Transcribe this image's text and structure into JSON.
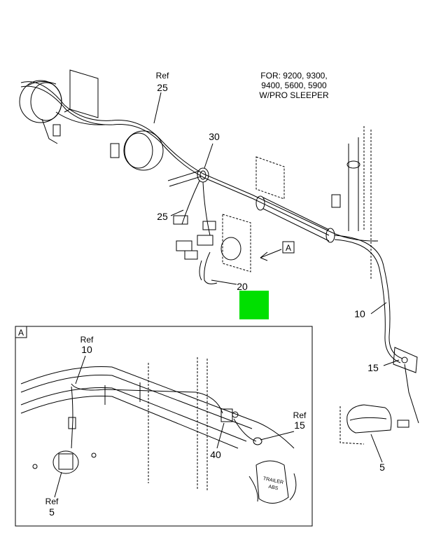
{
  "header": {
    "applicability_line1": "FOR: 9200, 9300,",
    "applicability_line2": "9400, 5600, 5900",
    "applicability_line3": "W/PRO SLEEPER"
  },
  "callouts": {
    "ref25_ref": "Ref",
    "ref25_num": "25",
    "c30": "30",
    "c25": "25",
    "c20": "20",
    "c10": "10",
    "c15": "15",
    "c5": "5",
    "view_a": "A"
  },
  "detail_a": {
    "label": "A",
    "ref10_ref": "Ref",
    "ref10_num": "10",
    "ref15_ref": "Ref",
    "ref15_num": "15",
    "c40": "40",
    "ref5_ref": "Ref",
    "ref5_num": "5",
    "trailer_text": "TRAILER",
    "abs_text": "ABS"
  },
  "colors": {
    "highlight_box": "#00e000",
    "line": "#000000",
    "background": "#ffffff"
  }
}
